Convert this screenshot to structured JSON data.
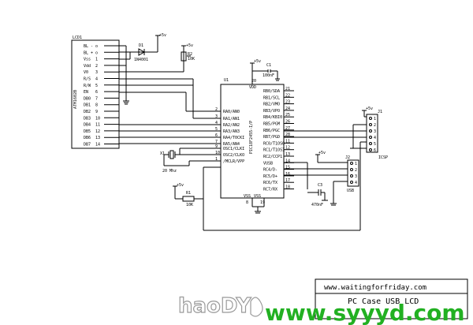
{
  "lcd": {
    "ref": "LCD1",
    "part": "ATM1602B",
    "pins": [
      {
        "name": "BL -",
        "num": "o"
      },
      {
        "name": "BL +",
        "num": "o"
      },
      {
        "name": "Vss",
        "num": "1"
      },
      {
        "name": "Vdd",
        "num": "2"
      },
      {
        "name": "V0",
        "num": "3"
      },
      {
        "name": "R/S",
        "num": "4"
      },
      {
        "name": "R/W",
        "num": "5"
      },
      {
        "name": "EN",
        "num": "6"
      },
      {
        "name": "DB0",
        "num": "7"
      },
      {
        "name": "DB1",
        "num": "8"
      },
      {
        "name": "DB2",
        "num": "9"
      },
      {
        "name": "DB3",
        "num": "10"
      },
      {
        "name": "DB4",
        "num": "11"
      },
      {
        "name": "DB5",
        "num": "12"
      },
      {
        "name": "DB6",
        "num": "13"
      },
      {
        "name": "DB7",
        "num": "14"
      }
    ]
  },
  "d1": {
    "ref": "D1",
    "part": "1N4001",
    "supply": "+5v"
  },
  "r2": {
    "ref": "R2",
    "value": "10K",
    "supply": "+5v"
  },
  "c1": {
    "ref": "C1",
    "value": "100nF",
    "supply": "+5v"
  },
  "u1": {
    "ref": "U1",
    "part": "PIC18F2455-I/P",
    "vdd_label": "VDD",
    "vdd_pin": "20",
    "vss_label_1": "VSS",
    "vss_label_2": "VSS",
    "vss_pin_1": "8",
    "vss_pin_2": "19",
    "left_pins": [
      {
        "num": "2",
        "name": "RA0/AN0"
      },
      {
        "num": "3",
        "name": "RA1/AN1"
      },
      {
        "num": "4",
        "name": "RA2/AN2"
      },
      {
        "num": "5",
        "name": "RA3/AN3"
      },
      {
        "num": "6",
        "name": "RA4/T0CKI"
      },
      {
        "num": "7",
        "name": "RA5/AN4"
      },
      {
        "num": "9",
        "name": "OSC1/CLKI"
      },
      {
        "num": "10",
        "name": "OSC2/CLKO"
      },
      {
        "num": "1",
        "name": "/MCLR/VPP"
      }
    ],
    "right_pins": [
      {
        "num": "21",
        "name": "RB0/SDA"
      },
      {
        "num": "22",
        "name": "RB1/SCL"
      },
      {
        "num": "23",
        "name": "RB2/VMO"
      },
      {
        "num": "24",
        "name": "RB3/VPO"
      },
      {
        "num": "25",
        "name": "RB4/KBI0"
      },
      {
        "num": "26",
        "name": "RB5/PGM"
      },
      {
        "num": "27",
        "name": "RB6/PGC"
      },
      {
        "num": "28",
        "name": "RB7/PGD"
      },
      {
        "num": "11",
        "name": "RC0/T1OSO"
      },
      {
        "num": "12",
        "name": "RC1/T1OSI"
      },
      {
        "num": "13",
        "name": "RC2/CCP1"
      },
      {
        "num": "14",
        "name": "VUSB"
      },
      {
        "num": "15",
        "name": "RC4/D-"
      },
      {
        "num": "16",
        "name": "RC5/D+"
      },
      {
        "num": "17",
        "name": "RC6/TX"
      },
      {
        "num": "18",
        "name": "RC7/RX"
      }
    ]
  },
  "x1": {
    "ref": "X1",
    "value": "20 Mhz"
  },
  "r1": {
    "ref": "R1",
    "value": "10K",
    "supply": "+5v"
  },
  "c3": {
    "ref": "C3",
    "value": "470nF"
  },
  "j1": {
    "ref": "J1",
    "label": "ICSP",
    "supply": "+5v",
    "pins": [
      "1",
      "2",
      "3",
      "4",
      "5",
      "6"
    ]
  },
  "j2": {
    "ref": "J2",
    "label": "USB",
    "supply": "+5v",
    "pins": [
      "1",
      "2",
      "3",
      "4"
    ]
  },
  "title_block": {
    "url": "www.waitingforfriday.com",
    "title": "PC Case USB LCD"
  },
  "watermark": {
    "left": "haoDY",
    "right": "www.syyyd.com"
  }
}
